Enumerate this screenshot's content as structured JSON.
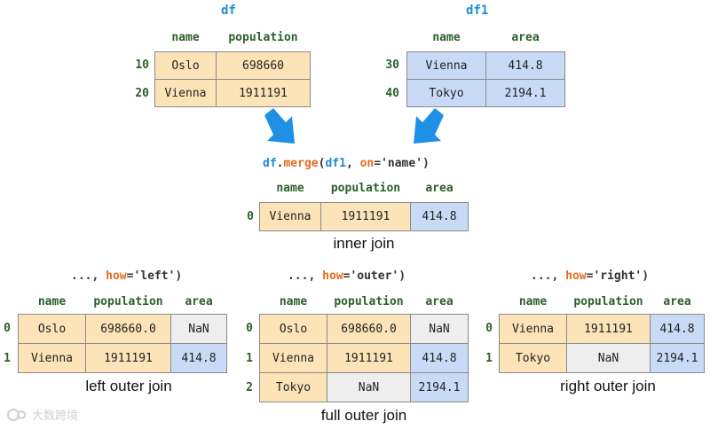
{
  "df": {
    "title": "df",
    "headers": [
      "name",
      "population"
    ],
    "index": [
      "10",
      "20"
    ],
    "rows": [
      [
        "Oslo",
        "698660"
      ],
      [
        "Vienna",
        "1911191"
      ]
    ]
  },
  "df1": {
    "title": "df1",
    "headers": [
      "name",
      "area"
    ],
    "index": [
      "30",
      "40"
    ],
    "rows": [
      [
        "Vienna",
        "414.8"
      ],
      [
        "Tokyo",
        "2194.1"
      ]
    ]
  },
  "colors": {
    "left": "#fde3b8",
    "right": "#c9daf7",
    "missing": "#eeeeee",
    "arrow": "#1e90e6",
    "index": "#2b5f2b",
    "title": "#1e8ad6",
    "keyword": "#e66a1e"
  },
  "inner": {
    "expr": {
      "df": "df",
      "dot": ".",
      "merge": "merge",
      "open": "(",
      "df1": "df1",
      "comma": ", ",
      "on": "on",
      "eq": "=",
      "val": "'name'",
      "close": ")"
    },
    "headers": [
      "name",
      "population",
      "area"
    ],
    "index": [
      "0"
    ],
    "rows": [
      [
        "Vienna",
        "1911191",
        "414.8"
      ]
    ],
    "caption": "inner join"
  },
  "left": {
    "expr": {
      "dots": "..., ",
      "how": "how",
      "eq": "=",
      "val": "'left'",
      "close": ")"
    },
    "headers": [
      "name",
      "population",
      "area"
    ],
    "index": [
      "0",
      "1"
    ],
    "rows": [
      [
        "Oslo",
        "698660.0",
        "NaN"
      ],
      [
        "Vienna",
        "1911191",
        "414.8"
      ]
    ],
    "caption": "left outer join"
  },
  "outer": {
    "expr": {
      "dots": "..., ",
      "how": "how",
      "eq": "=",
      "val": "'outer'",
      "close": ")"
    },
    "headers": [
      "name",
      "population",
      "area"
    ],
    "index": [
      "0",
      "1",
      "2"
    ],
    "rows": [
      [
        "Oslo",
        "698660.0",
        "NaN"
      ],
      [
        "Vienna",
        "1911191",
        "414.8"
      ],
      [
        "Tokyo",
        "NaN",
        "2194.1"
      ]
    ],
    "caption": "full outer join"
  },
  "right": {
    "expr": {
      "dots": "..., ",
      "how": "how",
      "eq": "=",
      "val": "'right'",
      "close": ")"
    },
    "headers": [
      "name",
      "population",
      "area"
    ],
    "index": [
      "0",
      "1"
    ],
    "rows": [
      [
        "Vienna",
        "1911191",
        "414.8"
      ],
      [
        "Tokyo",
        "NaN",
        "2194.1"
      ]
    ],
    "caption": "right outer join"
  },
  "watermark": "大数跨境"
}
